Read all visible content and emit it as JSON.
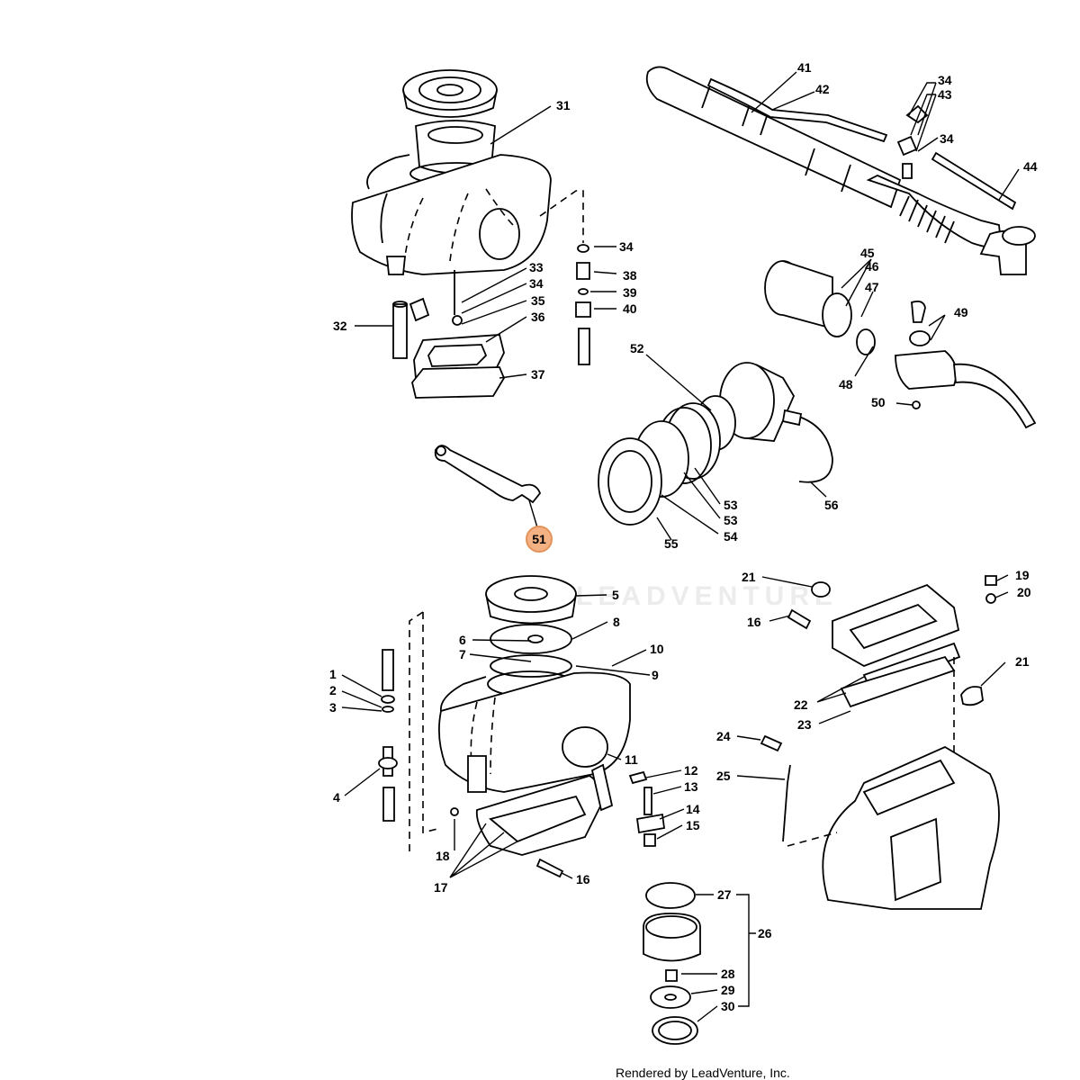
{
  "watermark": "LEADVENTURE",
  "footer": "Rendered by LeadVenture, Inc.",
  "highlight_color": "#f4b183",
  "highlighted_part": "51",
  "callouts": [
    {
      "id": "31",
      "label": "31"
    },
    {
      "id": "41",
      "label": "41"
    },
    {
      "id": "42",
      "label": "42"
    },
    {
      "id": "34a",
      "label": "34"
    },
    {
      "id": "43",
      "label": "43"
    },
    {
      "id": "34b",
      "label": "34"
    },
    {
      "id": "44",
      "label": "44"
    },
    {
      "id": "34c",
      "label": "34"
    },
    {
      "id": "38",
      "label": "38"
    },
    {
      "id": "39",
      "label": "39"
    },
    {
      "id": "40",
      "label": "40"
    },
    {
      "id": "33",
      "label": "33"
    },
    {
      "id": "34d",
      "label": "34"
    },
    {
      "id": "35",
      "label": "35"
    },
    {
      "id": "36",
      "label": "36"
    },
    {
      "id": "37",
      "label": "37"
    },
    {
      "id": "32",
      "label": "32"
    },
    {
      "id": "45",
      "label": "45"
    },
    {
      "id": "46",
      "label": "46"
    },
    {
      "id": "47",
      "label": "47"
    },
    {
      "id": "49",
      "label": "49"
    },
    {
      "id": "48",
      "label": "48"
    },
    {
      "id": "50",
      "label": "50"
    },
    {
      "id": "52",
      "label": "52"
    },
    {
      "id": "53a",
      "label": "53"
    },
    {
      "id": "53b",
      "label": "53"
    },
    {
      "id": "54",
      "label": "54"
    },
    {
      "id": "55",
      "label": "55"
    },
    {
      "id": "56",
      "label": "56"
    },
    {
      "id": "51",
      "label": "51"
    },
    {
      "id": "5",
      "label": "5"
    },
    {
      "id": "8",
      "label": "8"
    },
    {
      "id": "6",
      "label": "6"
    },
    {
      "id": "7",
      "label": "7"
    },
    {
      "id": "10",
      "label": "10"
    },
    {
      "id": "9",
      "label": "9"
    },
    {
      "id": "1",
      "label": "1"
    },
    {
      "id": "2",
      "label": "2"
    },
    {
      "id": "3",
      "label": "3"
    },
    {
      "id": "4",
      "label": "4"
    },
    {
      "id": "11",
      "label": "11"
    },
    {
      "id": "12",
      "label": "12"
    },
    {
      "id": "13",
      "label": "13"
    },
    {
      "id": "14",
      "label": "14"
    },
    {
      "id": "15",
      "label": "15"
    },
    {
      "id": "18",
      "label": "18"
    },
    {
      "id": "17",
      "label": "17"
    },
    {
      "id": "16a",
      "label": "16"
    },
    {
      "id": "21a",
      "label": "21"
    },
    {
      "id": "19",
      "label": "19"
    },
    {
      "id": "20",
      "label": "20"
    },
    {
      "id": "16b",
      "label": "16"
    },
    {
      "id": "21b",
      "label": "21"
    },
    {
      "id": "22",
      "label": "22"
    },
    {
      "id": "23",
      "label": "23"
    },
    {
      "id": "24",
      "label": "24"
    },
    {
      "id": "25",
      "label": "25"
    },
    {
      "id": "27",
      "label": "27"
    },
    {
      "id": "26",
      "label": "26"
    },
    {
      "id": "28",
      "label": "28"
    },
    {
      "id": "29",
      "label": "29"
    },
    {
      "id": "30",
      "label": "30"
    }
  ]
}
